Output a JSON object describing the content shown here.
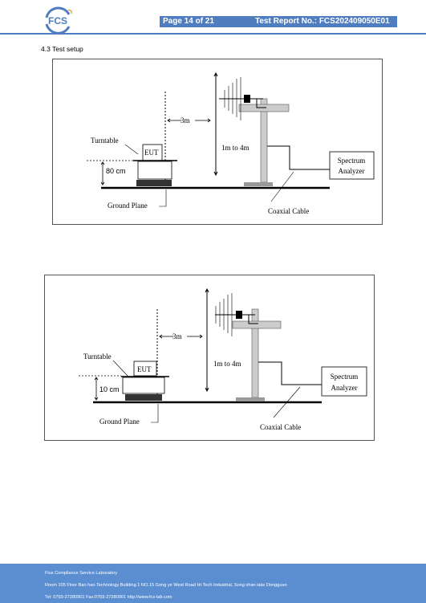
{
  "header": {
    "logo_text": "FCS",
    "page_label": "Page 14 of 21",
    "report_label": "Test Report No.: FCS202409050E01"
  },
  "section": {
    "title": "4.3 Test setup"
  },
  "figure1": {
    "distance": "3m",
    "turntable": "Turntable",
    "eut": "EUT",
    "height": "80 cm",
    "antenna_height": "1m to 4m",
    "ground_plane": "Ground Plane",
    "coaxial_cable": "Coaxial Cable",
    "analyzer_line1": "Spectrum",
    "analyzer_line2": "Analyzer"
  },
  "figure2": {
    "distance": "3m",
    "turntable": "Turntable",
    "eut": "EUT",
    "height": "10 cm",
    "antenna_height": "1m to 4m",
    "ground_plane": "Ground Plane",
    "coaxial_cable": "Coaxial Cable",
    "analyzer_line1": "Spectrum",
    "analyzer_line2": "Analyzer"
  },
  "footer": {
    "company": "Flux Compliance Service Laboratory",
    "address": "Room 105 Floor Bao hao Technology Building 1 NO.15 Gong ye West Road Hi-Tech Industrial, Song shan lake Dongguan",
    "contact": "Tel: 0769-27280901     Fax:0769-27280901      http://www.fcs-lab.com"
  },
  "colors": {
    "brand_blue": "#4f7dbf",
    "footer_blue": "#5b8ed1"
  }
}
